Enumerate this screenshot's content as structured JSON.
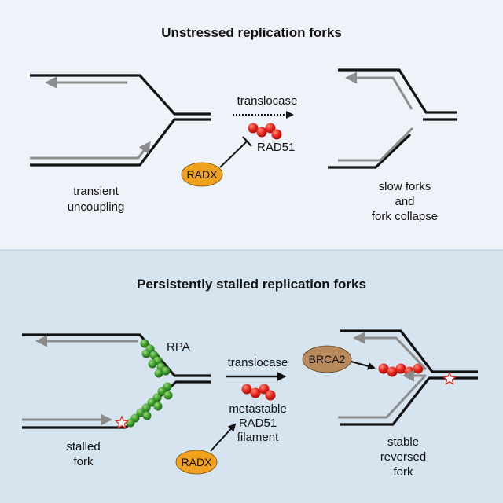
{
  "colors": {
    "top_bg": "#eef3f9",
    "bottom_bg": "#d6e4ef",
    "divider": "#b9cbdb",
    "dna_strand": "#111111",
    "nascent_strand": "#8c8c8c",
    "rad51": "#e32219",
    "rpa": "#3d9b2c",
    "radx": "#f0a11e",
    "brca2": "#b98b5c"
  },
  "top_panel": {
    "title": "Unstressed replication forks",
    "left_caption": [
      "transient",
      "uncoupling"
    ],
    "arrow_label": "translocase",
    "rad51_label": "RAD51",
    "radx_label": "RADX",
    "right_caption": [
      "slow forks",
      "and",
      "fork collapse"
    ]
  },
  "bottom_panel": {
    "title": "Persistently stalled replication forks",
    "rpa_label": "RPA",
    "left_caption": [
      "stalled",
      "fork"
    ],
    "arrow_label": "translocase",
    "filament_label": [
      "metastable",
      "RAD51",
      "filament"
    ],
    "radx_label": "RADX",
    "brca2_label": "BRCA2",
    "right_caption": [
      "stable",
      "reversed",
      "fork"
    ]
  }
}
